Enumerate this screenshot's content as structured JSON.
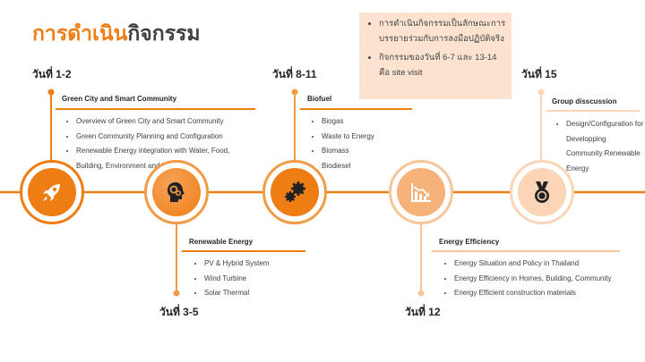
{
  "page": {
    "title_highlight": "การดำเนิน",
    "title_rest": "กิจกรรม"
  },
  "notes": [
    "การดำเนินกิจกรรมเป็นลักษณะการบรรยายร่วมกับการลงมือปฏิบัติจริง",
    "กิจกรรมของวันที่ 6-7 และ 13-14 คือ site visit"
  ],
  "stages": [
    {
      "day": "วันที่ 1-2",
      "heading": "Green City and Smart Community",
      "items": [
        "Overview of Green City and Smart Community",
        "Green Community Planning and Configuration",
        "Renewable Energy integration with Water, Food, Building, Environment and Economy"
      ],
      "icon": "rocket-icon"
    },
    {
      "day": "วันที่ 3-5",
      "heading": "Renewable Energy",
      "items": [
        "PV & Hybrid System",
        "Wind Turbine",
        "Solar Thermal"
      ],
      "icon": "head-gears-icon"
    },
    {
      "day": "วันที่ 8-11",
      "heading": "Biofuel",
      "items": [
        "Biogas",
        "Waste to Energy",
        "Biomass",
        "Biodiesel"
      ],
      "icon": "gears-icon"
    },
    {
      "day": "วันที่ 12",
      "heading": "Energy Efficiency",
      "items": [
        "Energy Situation and Policy in Thailand",
        "Energy Efficiency in Homes, Building, Community",
        "Energy Efficient construction materials"
      ],
      "icon": "declining-chart-icon"
    },
    {
      "day": "วันที่ 15",
      "heading": "Group disscussion",
      "items": [
        "Design/Configuration for Developping Community Renewable Energy"
      ],
      "icon": "medal-icon"
    }
  ],
  "colors": {
    "accent": "#ee7d14",
    "accent_light": "#f7b27a",
    "accent_pale": "#fbd5b6",
    "note_bg": "#fbe3d0"
  }
}
